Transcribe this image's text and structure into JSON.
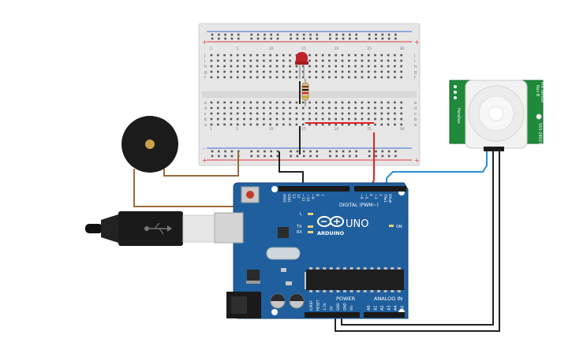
{
  "breadboard": {
    "row_letters_top": [
      "j",
      "i",
      "h",
      "g",
      "f"
    ],
    "row_letters_bottom": [
      "e",
      "d",
      "c",
      "b",
      "a"
    ],
    "column_numbers": [
      "1",
      "5",
      "10",
      "15",
      "20",
      "25",
      "30"
    ],
    "rail_plus": "+",
    "rail_minus": "-"
  },
  "arduino": {
    "logo_text": "UNO",
    "brand": "ARDUINO",
    "digital_label": "DIGITAL (PWM~)",
    "on_label": "ON",
    "power_label": "POWER",
    "analog_label": "ANALOG IN",
    "l_label": "L",
    "tx_label": "TX",
    "rx_label": "RX",
    "top_pins": [
      "AREF",
      "GND",
      "13",
      "12",
      "~11",
      "~10",
      "~9",
      "8",
      "7",
      "~6",
      "~5",
      "4",
      "~3",
      "2",
      "TX▸1",
      "RX◂0"
    ],
    "power_pins": [
      "IOREF",
      "RESET",
      "3.3V",
      "5V",
      "GND",
      "GND",
      "Vin"
    ],
    "analog_pins": [
      "A0",
      "A1",
      "A2",
      "A3",
      "A4",
      "A5"
    ]
  },
  "pir": {
    "side_left": "PIR Sensor",
    "side_left2": "Rev B",
    "side_bottom": "Parallax",
    "side_right": "555-28027"
  },
  "colors": {
    "board_blue": "#1f5f9e",
    "board_dark": "#17446f",
    "wire_red": "#e02020",
    "wire_black": "#222222",
    "wire_brown": "#9c6a3c",
    "wire_blue": "#2b8fd6",
    "pir_green": "#1f8a3a",
    "led_red": "#c0222a"
  },
  "icons": {
    "usb": "usb-icon"
  }
}
